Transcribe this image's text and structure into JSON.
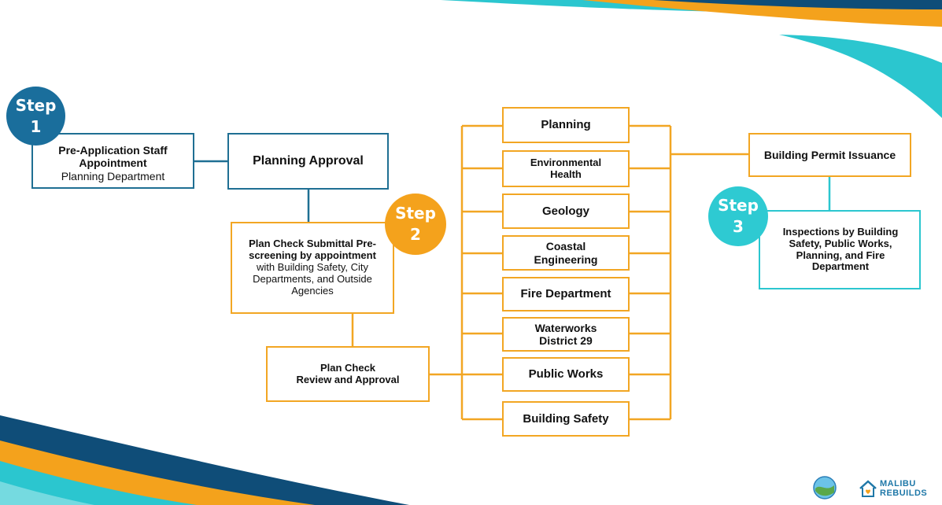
{
  "badges": {
    "step1": {
      "word": "Step",
      "num": "1"
    },
    "step2": {
      "word": "Step",
      "num": "2"
    },
    "step3": {
      "word": "Step",
      "num": "3"
    }
  },
  "step1": {
    "title": "Pre-Application Staff Appointment",
    "subtitle": "Planning Department"
  },
  "planning_approval": "Planning Approval",
  "prescreen": {
    "title": "Plan Check Submittal Pre-screening by appointment",
    "detail": "with Building Safety, City Departments, and Outside Agencies"
  },
  "review": {
    "line1": "Plan Check",
    "line2": "Review and Approval"
  },
  "departments": [
    {
      "label": "Planning"
    },
    {
      "label": "Environmental Health"
    },
    {
      "label": "Geology"
    },
    {
      "label": "Coastal Engineering"
    },
    {
      "label": "Fire Department"
    },
    {
      "label": "Waterworks District 29"
    },
    {
      "label": "Public Works"
    },
    {
      "label": "Building Safety"
    }
  ],
  "permit": "Building Permit Issuance",
  "inspections": "Inspections by Building Safety, Public Works, Planning, and Fire Department",
  "logo": {
    "line1": "MALIBU",
    "line2": "REBUILDS"
  },
  "colors": {
    "step1_blue": "#1a6e9c",
    "step2_orange": "#f4a21c",
    "step3_teal": "#2ecad2",
    "dark_navy": "#0f4d78"
  },
  "icons": [
    "globe-icon",
    "house-heart-icon"
  ]
}
